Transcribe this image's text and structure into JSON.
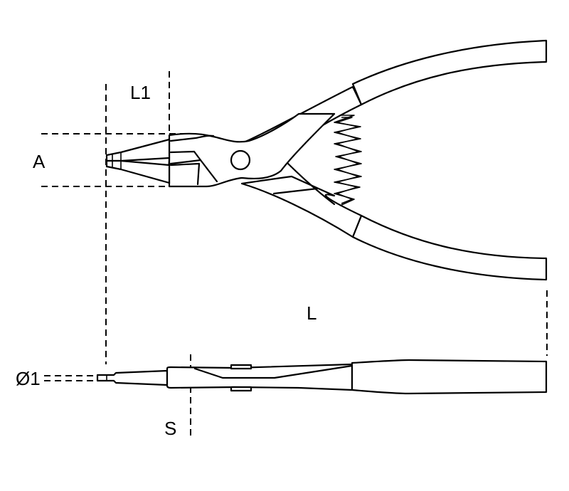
{
  "diagram": {
    "subject": "Circlip pliers technical drawing (top view and side view)",
    "colors": {
      "line": "#000000",
      "background": "#ffffff"
    },
    "dimension_labels": {
      "L1": "L1",
      "A": "A",
      "L": "L",
      "diameter": "Ø1",
      "S": "S"
    },
    "views": [
      {
        "name": "top-view",
        "parts": [
          "tips",
          "jaws",
          "pivot-pin",
          "handles",
          "spring",
          "handle-grips"
        ]
      },
      {
        "name": "side-view",
        "parts": [
          "tips",
          "jaw-body",
          "pivot-plates",
          "handle-grip"
        ]
      }
    ]
  }
}
